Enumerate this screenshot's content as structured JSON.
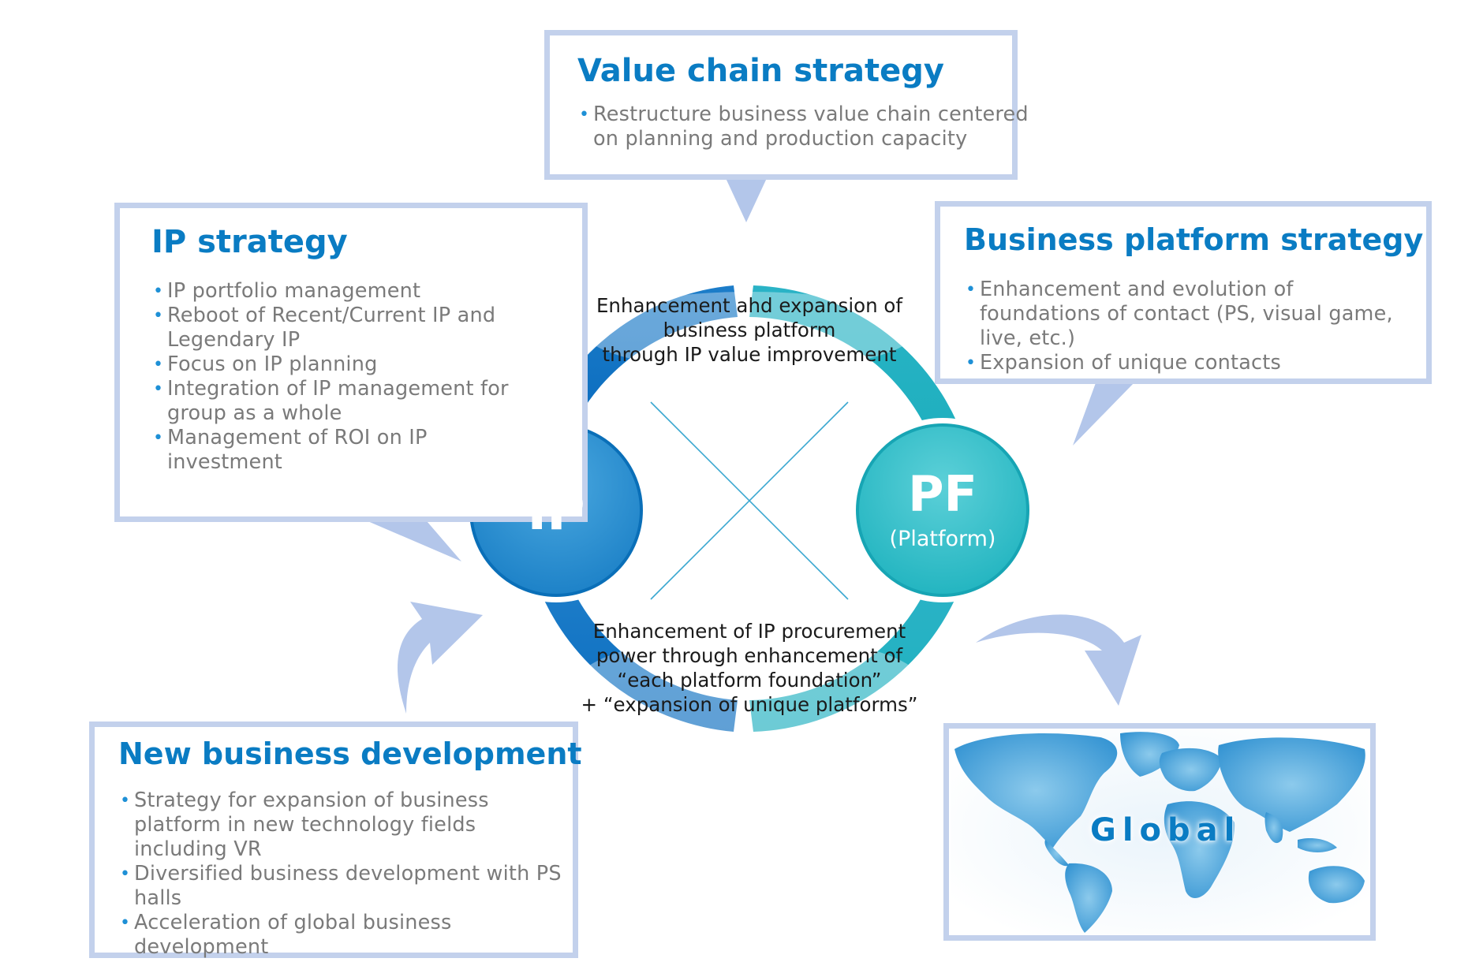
{
  "value_chain": {
    "title": "Value chain strategy",
    "bullets": [
      "Restructure business value chain centered\non planning and production capacity"
    ]
  },
  "ip_strategy": {
    "title": "IP strategy",
    "bullets": [
      "IP portfolio management",
      "Reboot of Recent/Current IP and\nLegendary IP",
      "Focus on IP planning",
      "Integration of IP management for\ngroup as a whole",
      "Management of ROI on IP\ninvestment"
    ]
  },
  "platform_strategy": {
    "title": "Business platform strategy",
    "bullets": [
      "Enhancement and evolution of\nfoundations of contact (PS, visual game,\nlive, etc.)",
      "Expansion of unique contacts"
    ]
  },
  "new_business": {
    "title": "New business development",
    "bullets": [
      "Strategy for expansion of business\nplatform in new technology fields\nincluding VR",
      "Diversified business development with PS\nhalls",
      "Acceleration of global business\ndevelopment"
    ]
  },
  "cycle": {
    "top_text": "Enhancement ahd expansion of\nbusiness platform\nthrough IP value improvement",
    "bottom_text": "Enhancement of IP procurement\npower through enhancement of\n“each platform foundation”\n+ “expansion of unique platforms”"
  },
  "ip_circle": {
    "label": "IP"
  },
  "pf_circle": {
    "label": "PF",
    "sublabel": "(Platform)"
  },
  "global": {
    "label": "Global"
  },
  "colors": {
    "box_border": "#c3d1ec",
    "title_blue": "#0a7cc3",
    "ip_blue": "#2f96d4",
    "pf_teal": "#3bbfcb",
    "arrow_light": "#b3c6ea"
  }
}
